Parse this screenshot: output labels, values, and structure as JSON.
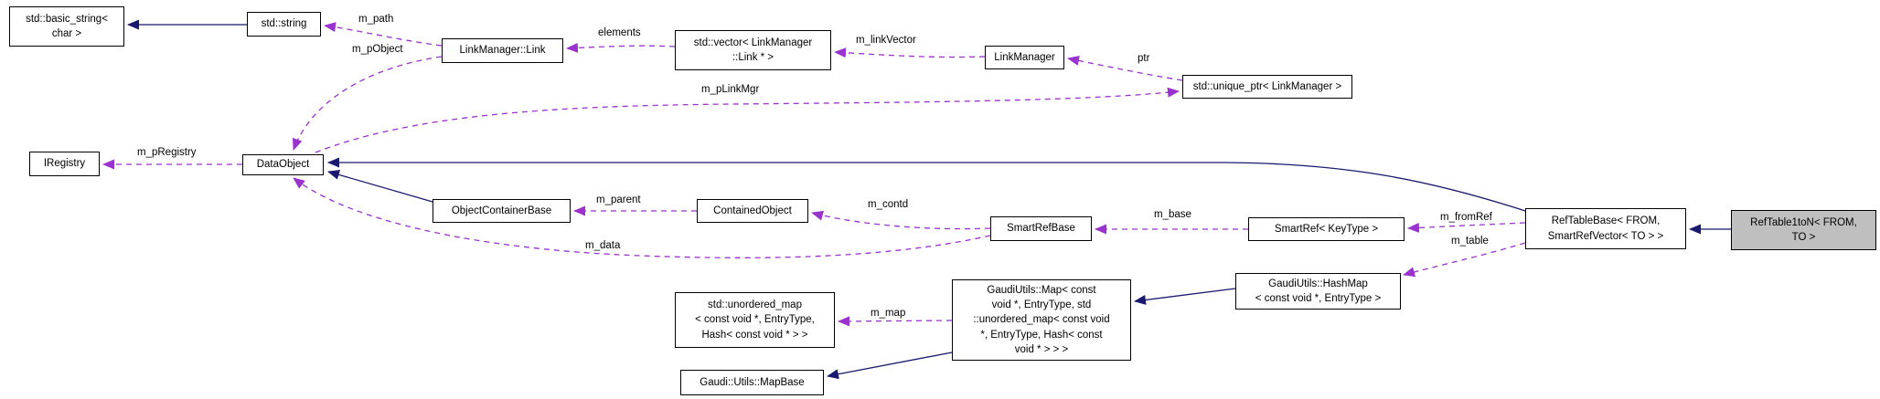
{
  "diagram": {
    "kind": "collaboration-class-diagram",
    "highlighted_node": "RefTable1toN< FROM,\nTO >"
  },
  "colors": {
    "inheritance_edge": "#191970",
    "usage_edge": "#9a32cd",
    "node_border": "#000000",
    "node_fill": "#ffffff",
    "highlight_fill": "#bfbfbf",
    "text": "#000000",
    "background": "#ffffff"
  },
  "nodes": {
    "basic_string": {
      "label": "std::basic_string<\nchar >"
    },
    "std_string": {
      "label": "std::string"
    },
    "link": {
      "label": "LinkManager::Link"
    },
    "vector_link": {
      "label": "std::vector< LinkManager\n::Link * >"
    },
    "linkmanager": {
      "label": "LinkManager"
    },
    "unique_ptr": {
      "label": "std::unique_ptr< LinkManager >"
    },
    "iregistry": {
      "label": "IRegistry"
    },
    "dataobject": {
      "label": "DataObject"
    },
    "objcontbase": {
      "label": "ObjectContainerBase"
    },
    "containedobj": {
      "label": "ContainedObject"
    },
    "smartrefbase": {
      "label": "SmartRefBase"
    },
    "smartref": {
      "label": "SmartRef< KeyType >"
    },
    "reftablebase": {
      "label": "RefTableBase< FROM,\nSmartRefVector< TO > >"
    },
    "reftable1ton": {
      "label": "RefTable1toN< FROM,\nTO >"
    },
    "hashmap": {
      "label": "GaudiUtils::HashMap\n< const void *, EntryType >"
    },
    "gaudimap": {
      "label": "GaudiUtils::Map< const\nvoid *, EntryType, std\n::unordered_map< const void\n*, EntryType, Hash< const\nvoid * > > >"
    },
    "unordered_map": {
      "label": "std::unordered_map\n< const void *, EntryType,\nHash< const void * > >"
    },
    "mapbase": {
      "label": "Gaudi::Utils::MapBase"
    }
  },
  "edge_labels": {
    "m_path": "m_path",
    "m_pObject": "m_pObject",
    "elements": "elements",
    "m_linkVector": "m_linkVector",
    "ptr": "ptr",
    "m_pLinkMgr": "m_pLinkMgr",
    "m_pRegistry": "m_pRegistry",
    "m_parent": "m_parent",
    "m_contd": "m_contd",
    "m_base": "m_base",
    "m_fromRef": "m_fromRef",
    "m_table": "m_table",
    "m_data": "m_data",
    "m_map": "m_map"
  }
}
